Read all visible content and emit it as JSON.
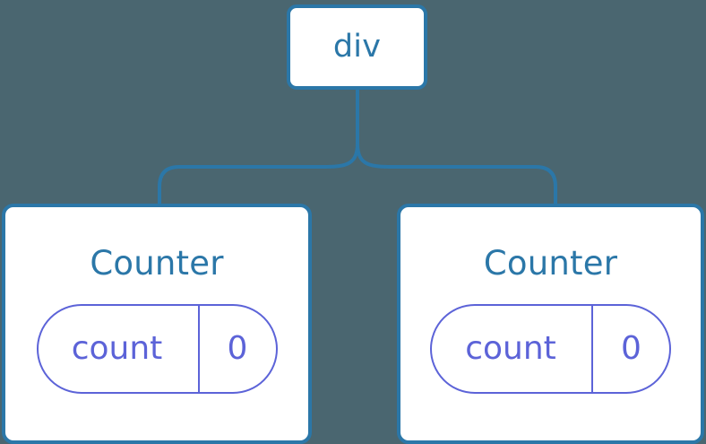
{
  "diagram": {
    "type": "component-tree",
    "background_color": "#4a6670",
    "node_border_color": "#2b77a8",
    "node_text_color": "#2b77a8",
    "state_color": "#5c63d8",
    "connector_color": "#2b77a8"
  },
  "root": {
    "label": "div"
  },
  "children": [
    {
      "label": "Counter",
      "state": {
        "key": "count",
        "value": "0"
      }
    },
    {
      "label": "Counter",
      "state": {
        "key": "count",
        "value": "0"
      }
    }
  ]
}
